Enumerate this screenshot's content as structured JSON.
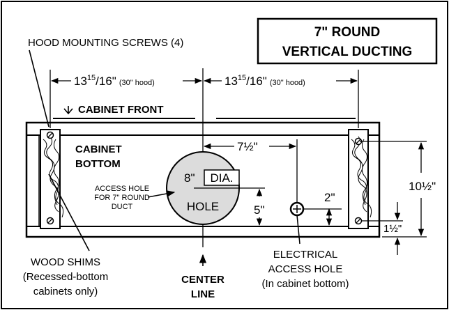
{
  "title": {
    "line1": "7\" ROUND",
    "line2": "VERTICAL DUCTING"
  },
  "labels": {
    "hood_screws": "HOOD MOUNTING SCREWS (4)",
    "dim_left_main": "13",
    "dim_left_sup": "15",
    "dim_left_sub": "/16\"",
    "dim_left_note": "(30\" hood)",
    "dim_right_main": "13",
    "dim_right_sup": "15",
    "dim_right_sub": "/16\"",
    "dim_right_note": "(30\" hood)",
    "cabinet_front": "CABINET FRONT",
    "cabinet_bottom_1": "CABINET",
    "cabinet_bottom_2": "BOTTOM",
    "hole_size": "8\"",
    "hole_dia": "DIA.",
    "hole_word": "HOLE",
    "access_1": "ACCESS HOLE",
    "access_2": "FOR 7\" ROUND",
    "access_3": "DUCT",
    "dim_7half": "7½\"",
    "dim_5": "5\"",
    "dim_2": "2\"",
    "dim_10half": "10½\"",
    "dim_1half": "1½\"",
    "wood_shims_1": "WOOD SHIMS",
    "wood_shims_2": "(Recessed-bottom",
    "wood_shims_3": "cabinets only)",
    "center_1": "CENTER",
    "center_2": "LINE",
    "elec_1": "ELECTRICAL",
    "elec_2": "ACCESS HOLE",
    "elec_3": "(In cabinet bottom)"
  }
}
